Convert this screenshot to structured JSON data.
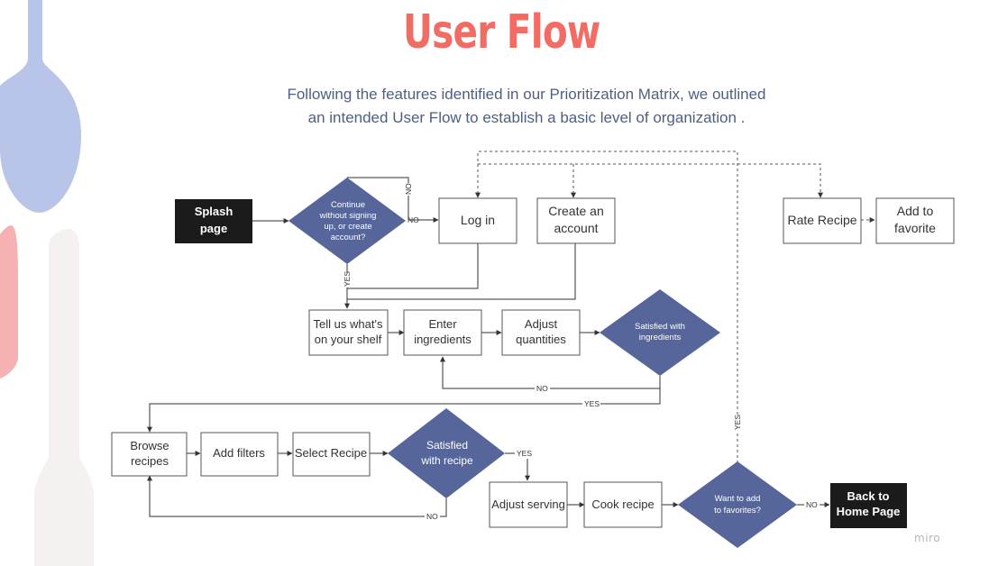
{
  "title": "User Flow",
  "subtitle_line1": "Following the features identified in our Prioritization Matrix, we outlined",
  "subtitle_line2": "an intended User Flow to establish a basic level of organization .",
  "watermark": "miro",
  "colors": {
    "title": "#f26b64",
    "subtitle": "#4d5f86",
    "decision": "#56659a",
    "terminal": "#1b1b1b",
    "spoon": "#b9c5e8",
    "knife": "#f6b1b3",
    "fork": "#f4f1f0"
  },
  "nodes": {
    "splash": [
      "Splash",
      "page"
    ],
    "continue_decision": [
      "Continue",
      "without signing",
      "up, or create",
      "account?"
    ],
    "login": [
      "Log in"
    ],
    "create_account": [
      "Create an",
      "account"
    ],
    "rate_recipe": [
      "Rate Recipe"
    ],
    "add_favorite": [
      "Add to",
      "favorite"
    ],
    "shelf": [
      "Tell us what's",
      "on your shelf"
    ],
    "enter_ingredients": [
      "Enter",
      "ingredients"
    ],
    "adjust_quantities": [
      "Adjust",
      "quantities"
    ],
    "satisfied_ingredients": [
      "Satisfied with",
      "ingredients"
    ],
    "browse": [
      "Browse",
      "recipes"
    ],
    "filters": [
      "Add filters"
    ],
    "select_recipe": [
      "Select Recipe"
    ],
    "satisfied_recipe": [
      "Satisfied",
      "with recipe"
    ],
    "adjust_serving": [
      "Adjust serving"
    ],
    "cook": [
      "Cook recipe"
    ],
    "want_favorites": [
      "Want  to add",
      "to favorites?"
    ],
    "back_home": [
      "Back to",
      "Home Page"
    ]
  },
  "edge_labels": {
    "no_top": "NO",
    "no_login": "NO",
    "yes_down": "YES",
    "no_loop1": "NO",
    "yes_branch": "YES",
    "yes_recipe": "YES",
    "no_loop2": "NO",
    "yes_fav": "YES",
    "no_home": "NO"
  }
}
